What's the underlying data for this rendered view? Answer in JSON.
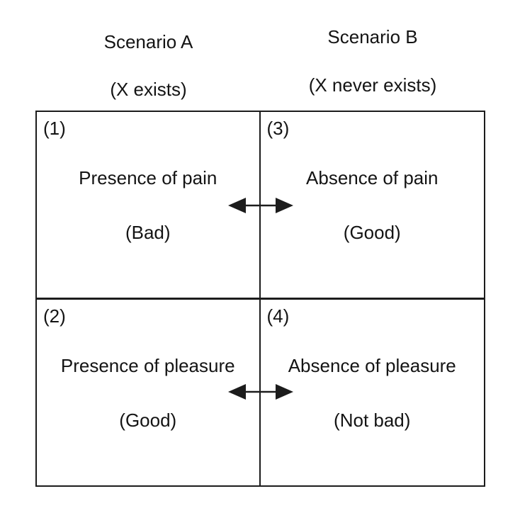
{
  "diagram": {
    "columns": [
      {
        "title": "Scenario A",
        "subtitle": "(X exists)"
      },
      {
        "title": "Scenario B",
        "subtitle": "(X never exists)"
      }
    ],
    "cells": [
      {
        "number": "(1)",
        "label": "Presence of pain",
        "valence": "(Bad)"
      },
      {
        "number": "(3)",
        "label": "Absence of pain",
        "valence": "(Good)"
      },
      {
        "number": "(2)",
        "label": "Presence of pleasure",
        "valence": "(Good)"
      },
      {
        "number": "(4)",
        "label": "Absence of pleasure",
        "valence": "(Not bad)"
      }
    ],
    "arrows": [
      {
        "id": "pain-comparison",
        "type": "double-headed-horizontal"
      },
      {
        "id": "pleasure-comparison",
        "type": "double-headed-horizontal"
      }
    ],
    "colors": {
      "line": "#1c1c1c",
      "text": "#141414",
      "background": "#ffffff"
    }
  }
}
